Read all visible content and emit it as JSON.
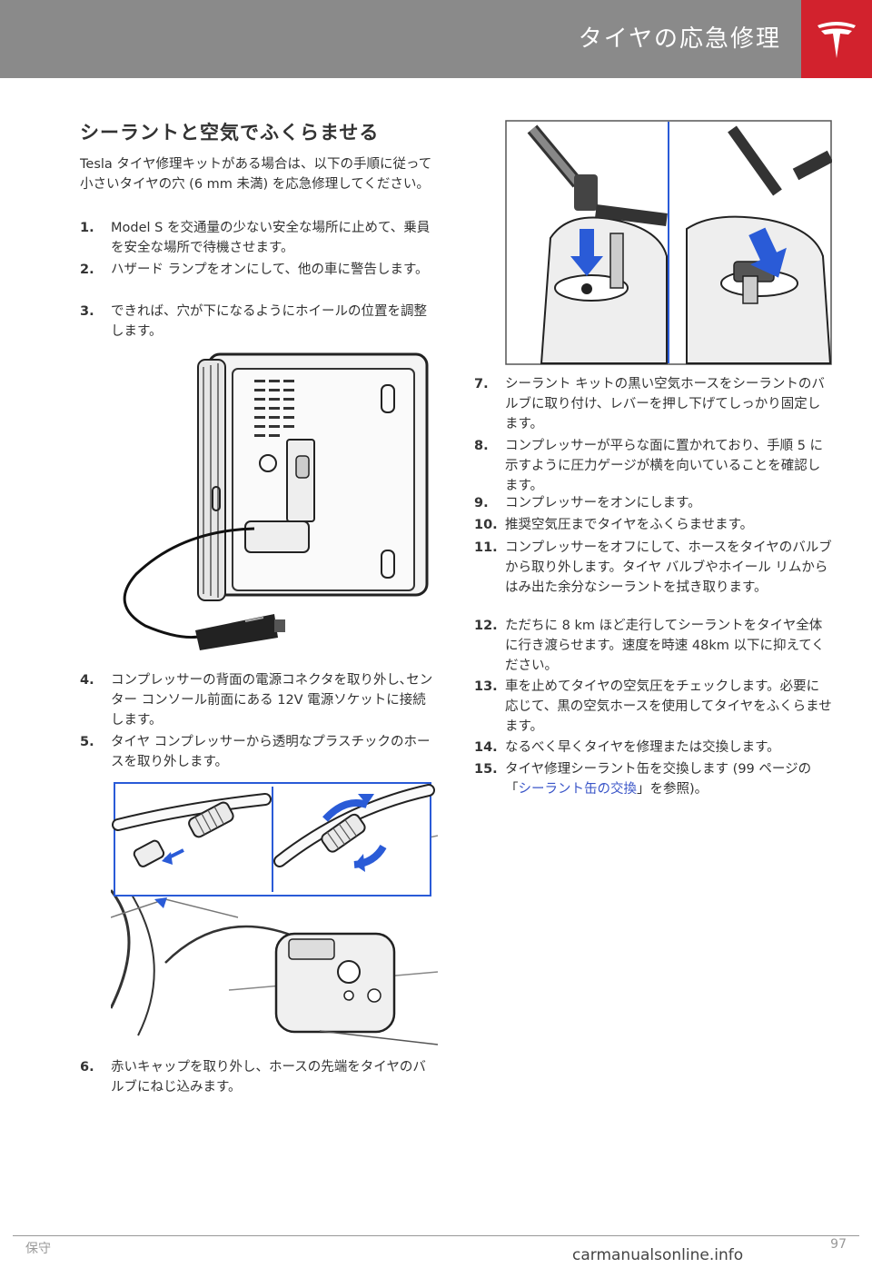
{
  "header": {
    "title": "タイヤの応急修理",
    "logo": "tesla-logo-icon",
    "brand_color": "#d2222d"
  },
  "section": {
    "title": "シーラントと空気でふくらませる",
    "intro": "Tesla タイヤ修理キットがある場合は、以下の手順に従って小さいタイヤの穴 (6 mm 未満) を応急修理してください。"
  },
  "steps_left": [
    {
      "num": "1.",
      "text": "Model S を交通量の少ない安全な場所に止めて、乗員を安全な場所で待機させます。"
    },
    {
      "num": "2.",
      "text": "ハザード ランプをオンにして、他の車に警告します。"
    },
    {
      "num": "3.",
      "text": "できれば、穴が下になるようにホイールの位置を調整します。"
    },
    {
      "num": "4.",
      "text": "コンプレッサーの背面の電源コネクタを取り外し､センター コンソール前面にある 12V 電源ソケットに接続します。"
    },
    {
      "num": "5.",
      "text": "タイヤ コンプレッサーから透明なプラスチックのホースを取り外します。"
    },
    {
      "num": "6.",
      "text": "赤いキャップを取り外し、ホースの先端をタイヤのバルブにねじ込みます。"
    }
  ],
  "steps_right": [
    {
      "num": "7.",
      "text": "シーラント キットの黒い空気ホースをシーラントのバルブに取り付け、レバーを押し下げてしっかり固定します。"
    },
    {
      "num": "8.",
      "text": "コンプレッサーが平らな面に置かれており、手順 5 に示すように圧力ゲージが横を向いていることを確認します。"
    },
    {
      "num": "9.",
      "text": "コンプレッサーをオンにします。"
    },
    {
      "num": "10.",
      "text": "推奨空気圧までタイヤをふくらませます。"
    },
    {
      "num": "11.",
      "text": "コンプレッサーをオフにして、ホースをタイヤのバルブから取り外します。タイヤ バルブやホイール リムからはみ出た余分なシーラントを拭き取ります。"
    },
    {
      "num": "12.",
      "text": "ただちに 8 km ほど走行してシーラントをタイヤ全体に行き渡らせます。速度を時速 48km 以下に抑えてください。"
    },
    {
      "num": "13.",
      "text": "車を止めてタイヤの空気圧をチェックします。必要に応じて、黒の空気ホースを使用してタイヤをふくらませます。"
    },
    {
      "num": "14.",
      "text": "なるべく早くタイヤを修理または交換します。"
    },
    {
      "num": "15.",
      "text_before": "タイヤ修理シーラント缶を交換します (99 ページの「",
      "link": "シーラント缶の交換",
      "text_after": "」を参照)。"
    }
  ],
  "footer": {
    "section": "保守",
    "page": "97"
  },
  "watermark": "carmanualsonline.info",
  "colors": {
    "header_bg": "#8a8a8a",
    "link": "#3a55c8",
    "figure_accent": "#2a5bd7"
  }
}
